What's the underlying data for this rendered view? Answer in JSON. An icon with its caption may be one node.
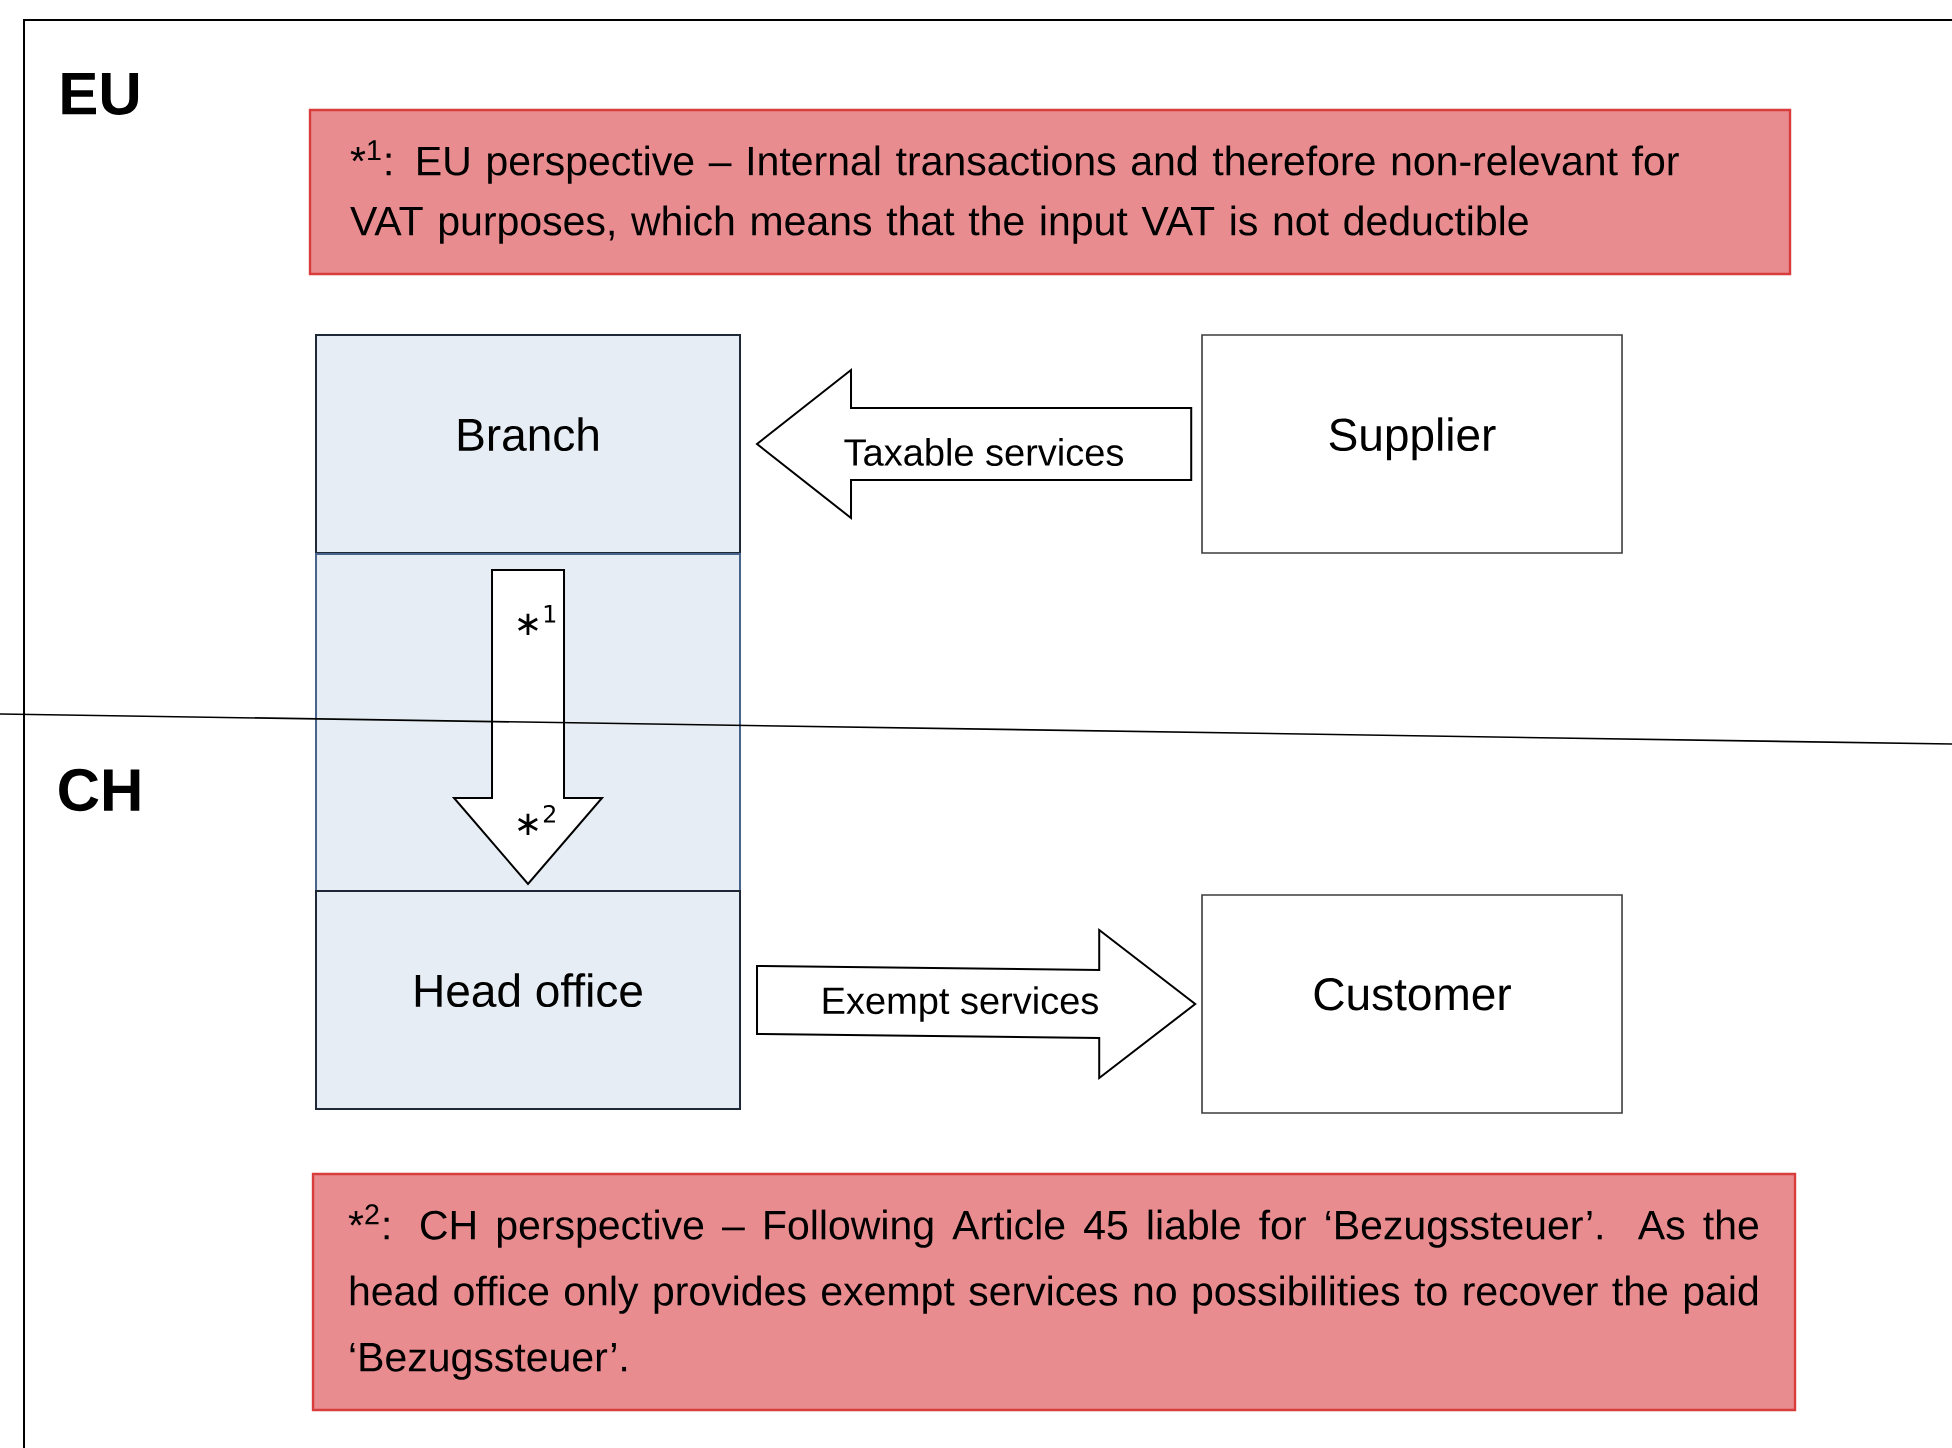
{
  "diagram": {
    "nodes": [
      {
        "text": [
          "*$^{1}$: EU perspective – Internal transactions and therefore non-relevant for VAT purposes, which means that the input VAT is not deductible"
        ]
      },
      {
        "text": [
          "Branch"
        ]
      },
      {
        "text": [
          "Supplier"
        ]
      },
      {
        "text": [],
        "shape": "box"
      },
      {
        "text": [
          "Head office"
        ]
      },
      {
        "text": [
          "Customer"
        ]
      },
      {
        "text": [
          "*$^{2}$: CH perspective – Following Article 45 liable for ‘Bezugssteuer’. As the head office only provides exempt services no possibilities to recover the paid ‘Bezugssteuer’."
        ]
      }
    ],
    "edges": [
      {
        "from": 2,
        "to": 1,
        "arrow": "to",
        "label": "Taxable services"
      },
      {
        "from": 1,
        "to": 4,
        "arrow": "to"
      },
      {
        "from": 4,
        "to": 5,
        "arrow": "to",
        "label": "Exempt services"
      }
    ],
    "labels": [
      "EU",
      "∗$^{1}$",
      "∗$^{2}$",
      "CH"
    ]
  }
}
